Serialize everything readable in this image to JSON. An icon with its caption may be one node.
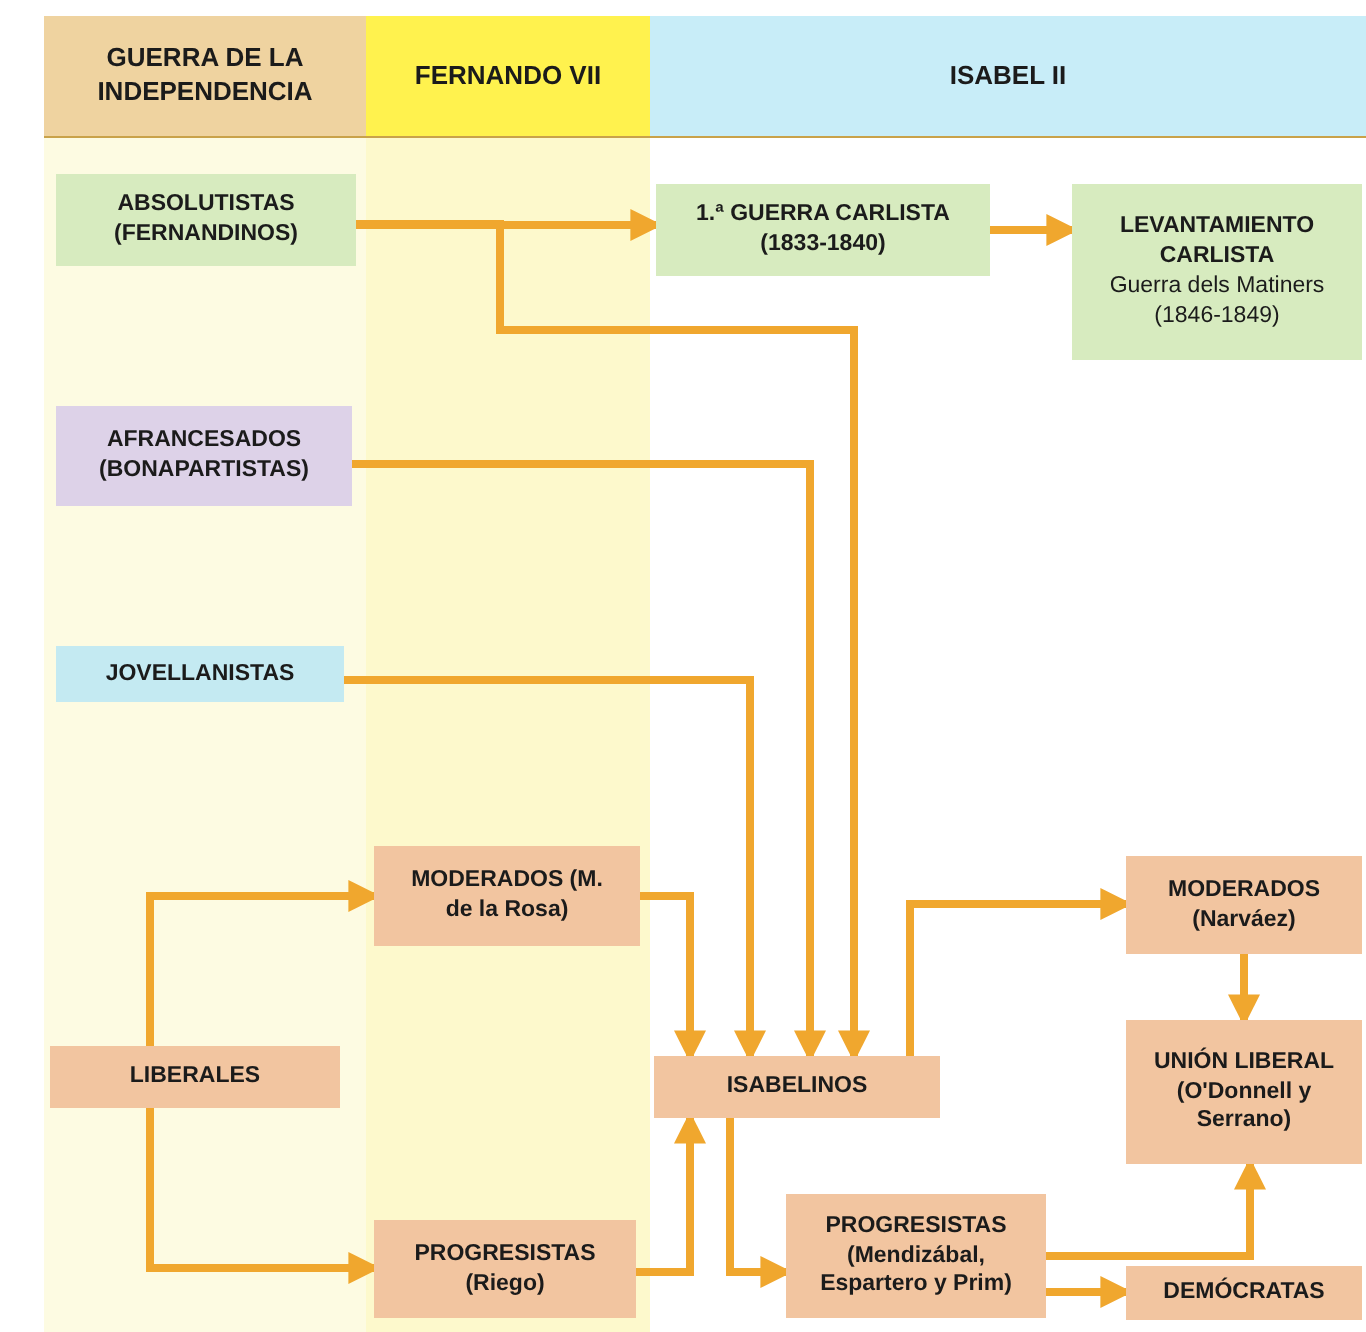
{
  "diagram": {
    "nodes": [
      {
        "text": [
          "GUERRA DE LA INDEPENDENCIA"
        ]
      },
      {
        "text": [
          "FERNANDO VII"
        ]
      },
      {
        "text": [
          "ISABEL II"
        ]
      },
      {
        "text": [
          "ABSOLUTISTAS (FERNANDINOS)"
        ]
      },
      {
        "text": [
          "1.ª GUERRA CARLISTA (1833-1840)"
        ]
      },
      {
        "text": [
          "LEVANTAMIENTO CARLISTA",
          "Guerra dels Matiners (1846-1849)"
        ]
      },
      {
        "text": [
          "AFRANCESADOS (BONAPARTISTAS)"
        ]
      },
      {
        "text": [
          "JOVELLANISTAS"
        ]
      },
      {
        "text": [
          "MODERADOS (M. de la Rosa)"
        ]
      },
      {
        "text": [
          "MODERADOS (Narváez)"
        ]
      },
      {
        "text": [
          "LIBERALES"
        ]
      },
      {
        "text": [
          "ISABELINOS"
        ]
      },
      {
        "text": [
          "UNIÓN LIBERAL (O'Donnell y Serrano)"
        ]
      },
      {
        "text": [
          "PROGRESISTAS (Mendizábal, Espartero y Prim)"
        ]
      },
      {
        "text": [
          "PROGRESISTAS (Riego)"
        ]
      },
      {
        "text": [
          "DEMÓCRATAS"
        ]
      }
    ],
    "edges": [
      {
        "from": 3,
        "to": 4,
        "arrow": "to"
      },
      {
        "from": 4,
        "to": 5,
        "arrow": "to"
      },
      {
        "from": 3,
        "to": 11,
        "arrow": "to"
      },
      {
        "from": 6,
        "to": 11,
        "arrow": "to"
      },
      {
        "from": 7,
        "to": 11,
        "arrow": "to"
      },
      {
        "from": 10,
        "to": 8,
        "arrow": "to"
      },
      {
        "from": 10,
        "to": 14,
        "arrow": "to"
      },
      {
        "from": 8,
        "to": 11,
        "arrow": "to"
      },
      {
        "from": 14,
        "to": 11,
        "arrow": "to"
      },
      {
        "from": 11,
        "to": 9,
        "arrow": "to"
      },
      {
        "from": 11,
        "to": 13,
        "arrow": "to"
      },
      {
        "from": 9,
        "to": 12,
        "arrow": "to"
      },
      {
        "from": 13,
        "to": 12,
        "arrow": "to"
      },
      {
        "from": 13,
        "to": 15,
        "arrow": "to"
      }
    ]
  }
}
